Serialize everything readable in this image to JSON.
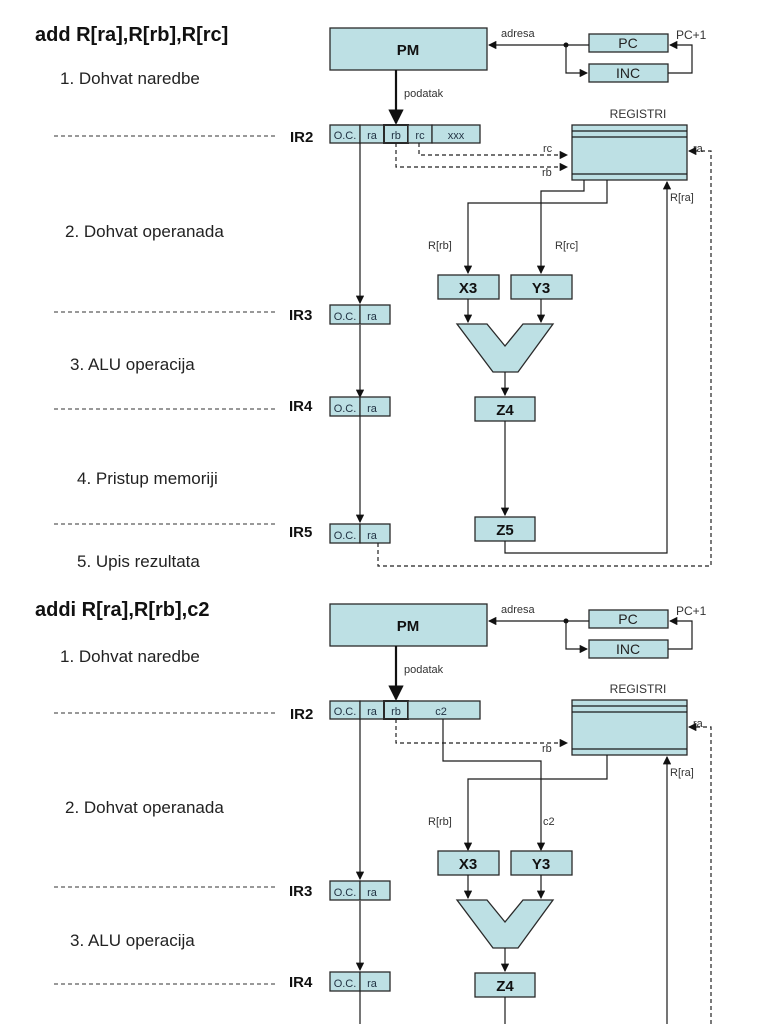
{
  "diagrams": [
    {
      "title": "add R[ra],R[rb],R[rc]",
      "phases": [
        "1. Dohvat naredbe",
        "2. Dohvat operanada",
        "3. ALU operacija",
        "4. Pristup memoriji",
        "5. Upis rezultata"
      ],
      "pipeline_registers": [
        "IR2",
        "IR3",
        "IR4",
        "IR5"
      ],
      "ir2_fields": [
        "O.C.",
        "ra",
        "rb",
        "rc",
        "xxx"
      ],
      "short_fields": [
        "O.C.",
        "ra"
      ],
      "blocks": {
        "pm": "PM",
        "pc": "PC",
        "inc": "INC",
        "registers": "REGISTRI",
        "x3": "X3",
        "y3": "Y3",
        "z4": "Z4",
        "z5": "Z5"
      },
      "signals": {
        "address": "adresa",
        "data": "podatak",
        "pc_plus_1": "PC+1",
        "rc": "rc",
        "rb": "rb",
        "ra": "ra",
        "r_ra": "R[ra]",
        "r_rb": "R[rb]",
        "y_input": "R[rc]"
      }
    },
    {
      "title": "addi R[ra],R[rb],c2",
      "phases": [
        "1. Dohvat naredbe",
        "2. Dohvat operanada",
        "3. ALU operacija"
      ],
      "pipeline_registers": [
        "IR2",
        "IR3",
        "IR4"
      ],
      "ir2_fields": [
        "O.C.",
        "ra",
        "rb",
        "c2"
      ],
      "short_fields": [
        "O.C.",
        "ra"
      ],
      "blocks": {
        "pm": "PM",
        "pc": "PC",
        "inc": "INC",
        "registers": "REGISTRI",
        "x3": "X3",
        "y3": "Y3",
        "z4": "Z4"
      },
      "signals": {
        "address": "adresa",
        "data": "podatak",
        "pc_plus_1": "PC+1",
        "rb": "rb",
        "ra": "ra",
        "r_ra": "R[ra]",
        "r_rb": "R[rb]",
        "y_input": "c2"
      }
    }
  ],
  "colors": {
    "block_fill": "#bde0e4",
    "line": "#1a1a1a"
  }
}
